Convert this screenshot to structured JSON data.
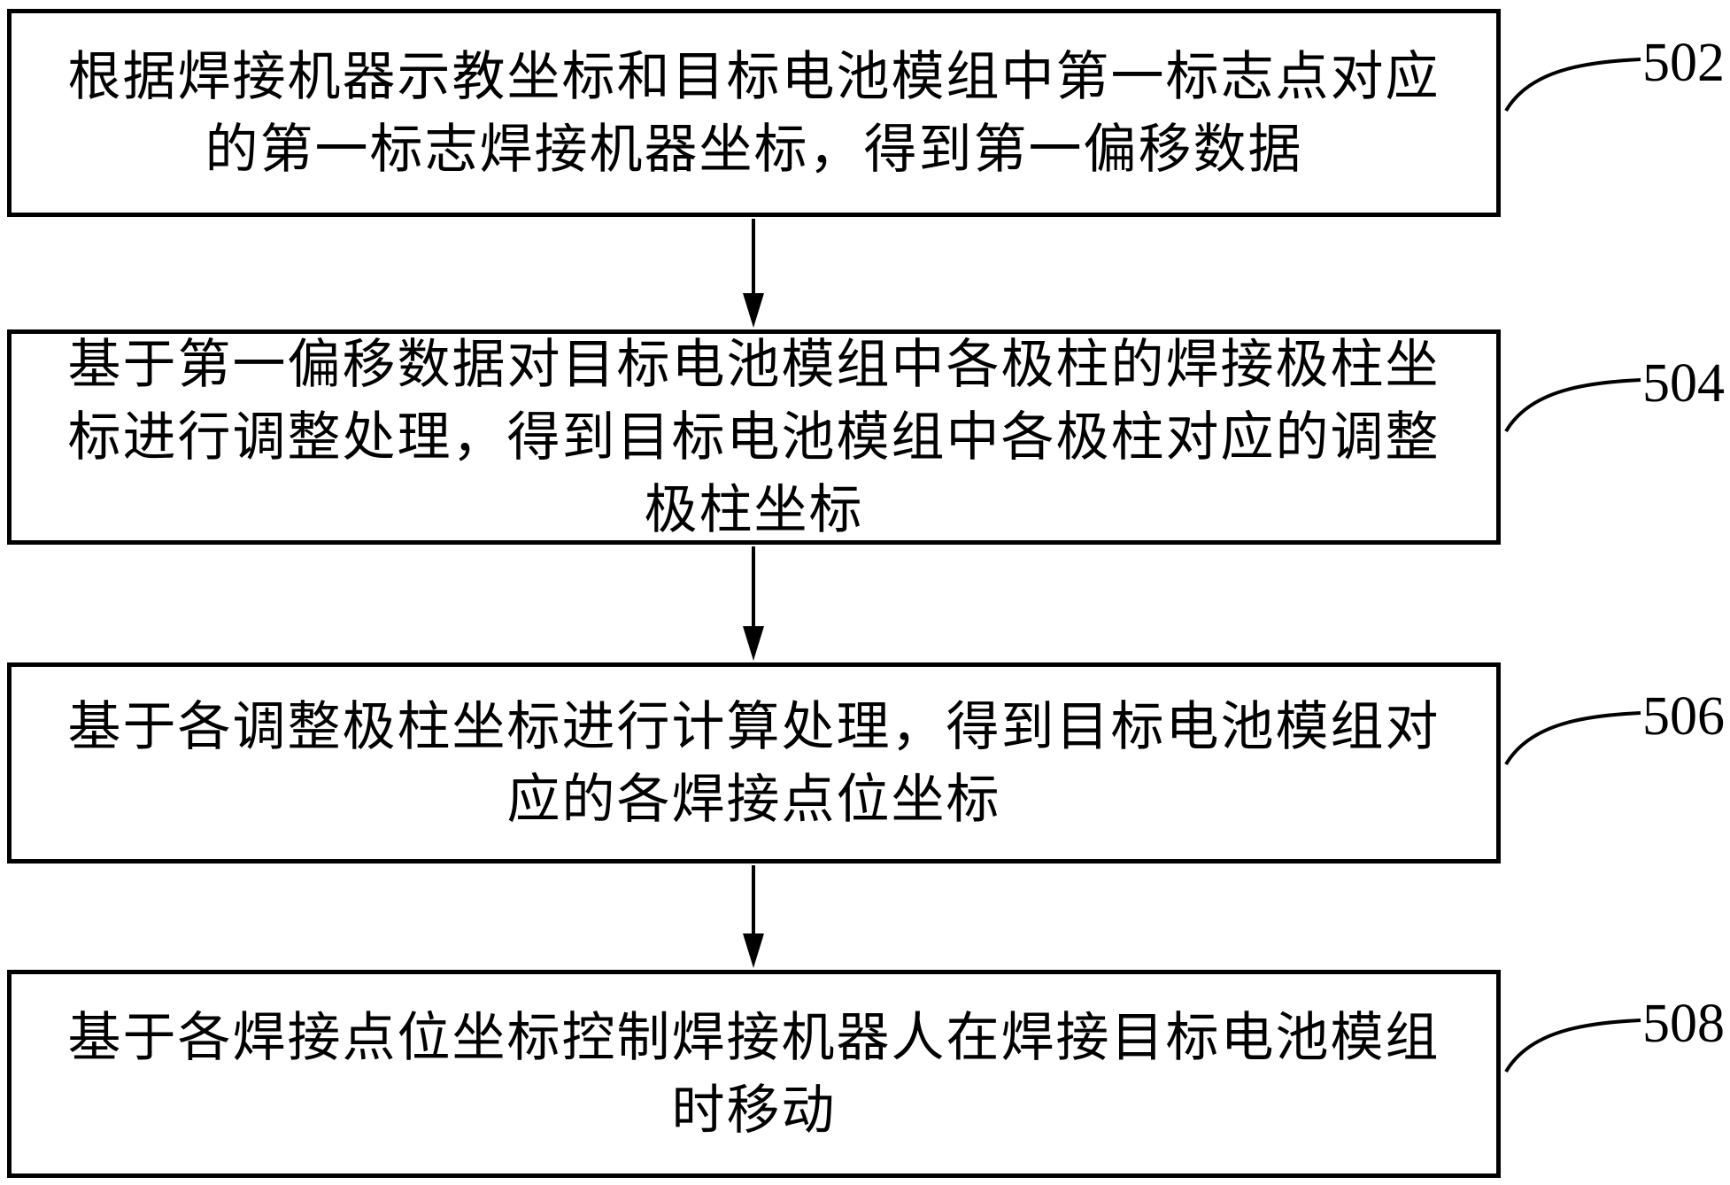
{
  "figure": {
    "type": "flowchart",
    "description": "Four-step vertical flowchart of a welding-robot coordinate calibration method, steps referenced 502 to 508",
    "colors": {
      "ink": "#000000",
      "background": "#ffffff"
    },
    "boxes": [
      {
        "ref": "502",
        "text": "根据焊接机器示教坐标和目标电池模组中第一标志点对应的第一标志焊接机器坐标，得到第一偏移数据",
        "lines": [
          "根据焊接机器示教坐标和目标电池模组中第一标志点对应",
          "的第一标志焊接机器坐标，得到第一偏移数据"
        ]
      },
      {
        "ref": "504",
        "text": "基于第一偏移数据对目标电池模组中各极柱的焊接极柱坐标进行调整处理，得到目标电池模组中各极柱对应的调整极柱坐标",
        "lines": [
          "基于第一偏移数据对目标电池模组中各极柱的焊接极柱坐",
          "标进行调整处理，得到目标电池模组中各极柱对应的调整",
          "极柱坐标"
        ]
      },
      {
        "ref": "506",
        "text": "基于各调整极柱坐标进行计算处理，得到目标电池模组对应的各焊接点位坐标",
        "lines": [
          "基于各调整极柱坐标进行计算处理，得到目标电池模组对",
          "应的各焊接点位坐标"
        ]
      },
      {
        "ref": "508",
        "text": "基于各焊接点位坐标控制焊接机器人在焊接目标电池模组时移动",
        "lines": [
          "基于各焊接点位坐标控制焊接机器人在焊接目标电池模组",
          "时移动"
        ]
      }
    ]
  }
}
